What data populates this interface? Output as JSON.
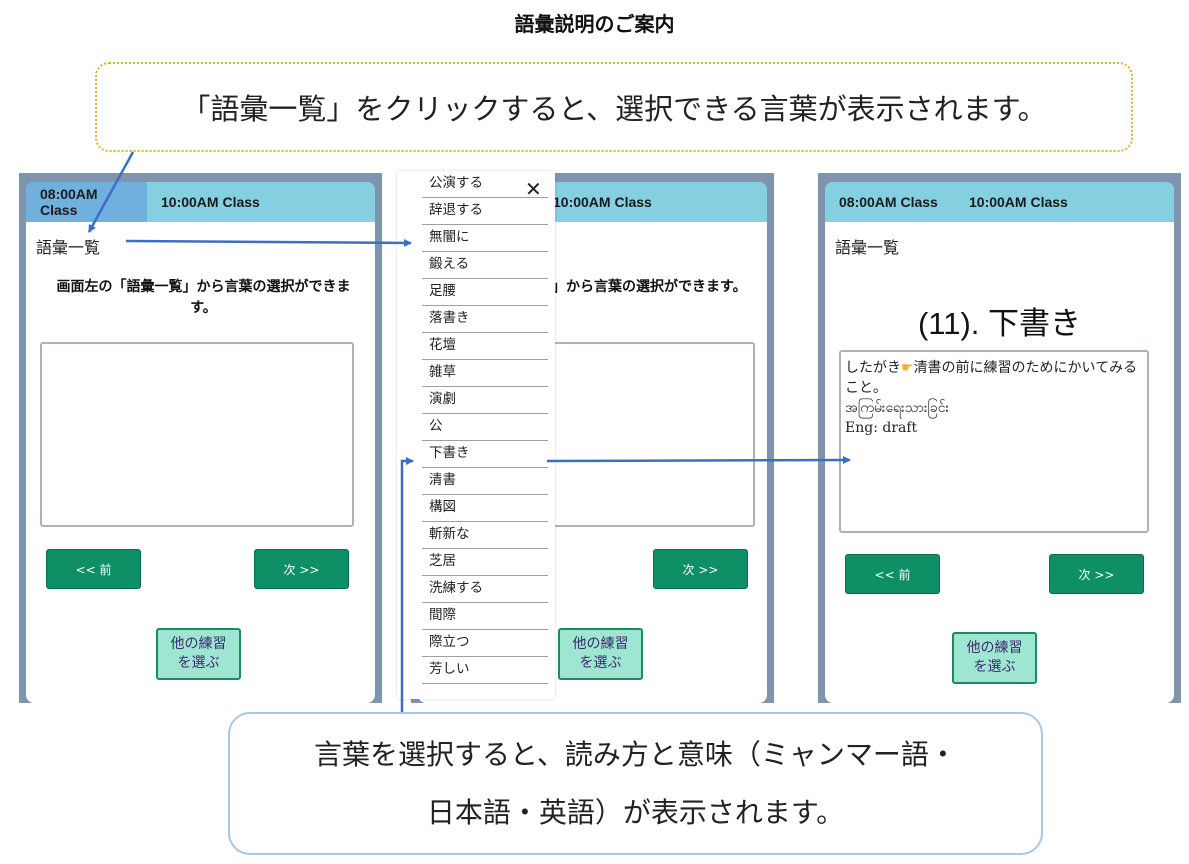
{
  "page_title": "語彙説明のご案内",
  "callout_top": "「語彙一覧」をクリックすると、選択できる言葉が表示されます。",
  "callout_bottom": {
    "line1": "言葉を選択すると、読み方と意味（ミャンマー語・",
    "line2": "日本語・英語）が表示されます。"
  },
  "tabs": [
    "08:00AM Class",
    "10:00AM Class"
  ],
  "vocab_list_label": "語彙一覧",
  "instruction": "画面左の「語彙一覧」から言葉の選択ができます。",
  "instruction_partial": "覧」から言葉の選択ができます。",
  "prev_button": "<< 前",
  "next_button": "次 >>",
  "other_exercise_button": "他の練習を選ぶ",
  "dropdown": {
    "close_glyph": "✕",
    "items": [
      "公演する",
      "辞退する",
      "無闇に",
      "鍛える",
      "足腰",
      "落書き",
      "花壇",
      "雑草",
      "演劇",
      "公",
      "下書き",
      "清書",
      "構図",
      "斬新な",
      "芝居",
      "洗練する",
      "間際",
      "際立つ",
      "芳しい"
    ]
  },
  "word_detail": {
    "title": "(11). 下書き",
    "reading_line": "したがき",
    "pointer_icon": "pointing-hand-icon",
    "japanese_meaning": "清書の前に練習のためにかいてみること。",
    "myanmar_meaning": "အကြမ်းရေးသားခြင်း",
    "english_meaning": "Eng: draft"
  },
  "colors": {
    "tab_bar": "#84cfe0",
    "active_tab": "#6fb0df",
    "phone_frame": "#7f94ad",
    "primary_button": "#0e8f66",
    "secondary_button": "#9fe6d2",
    "arrow": "#3b6fc4",
    "callout_top_border": "#e0b030",
    "callout_bottom_border": "#a9c6e3"
  }
}
